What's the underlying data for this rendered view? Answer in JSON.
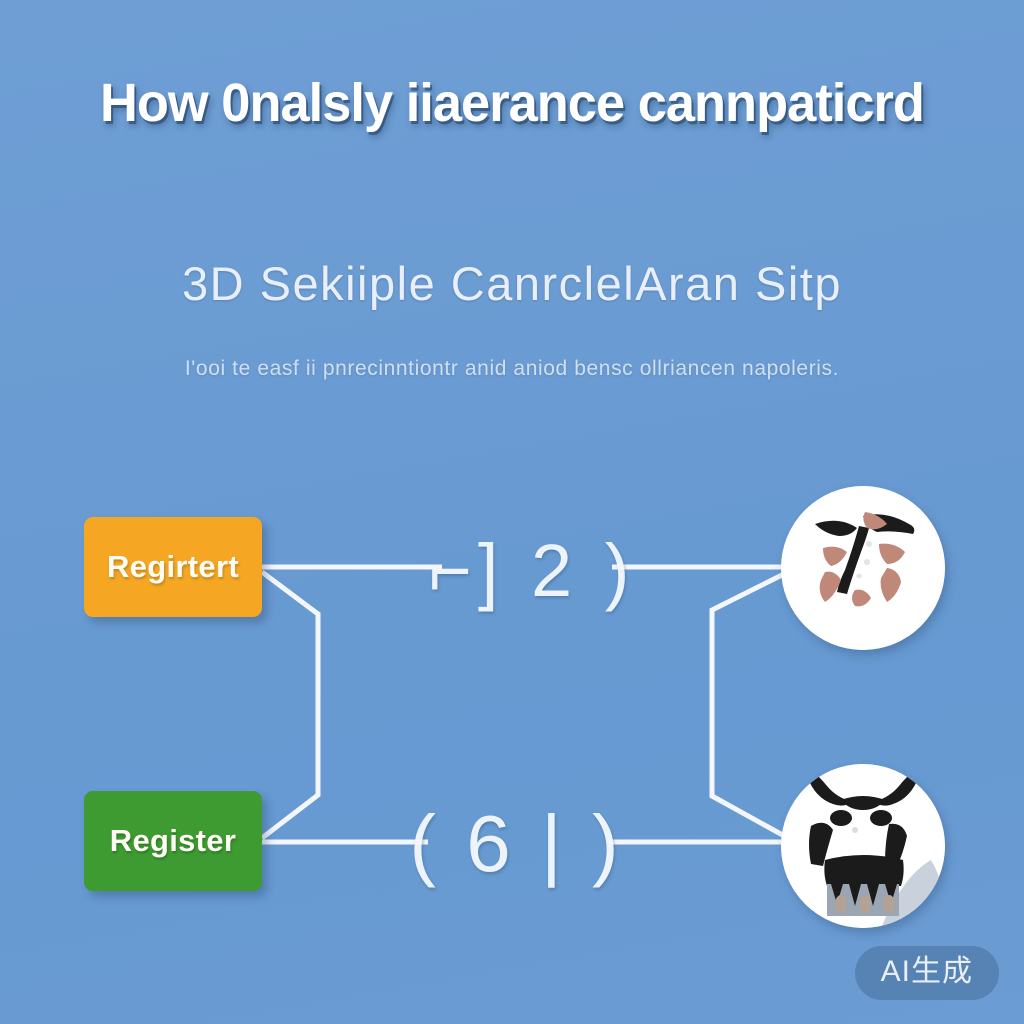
{
  "poster": {
    "headline": "How 0nalsly iiaerance cannpaticrd",
    "subheadline": "3D Sekiiple CanrclelAran Sitp",
    "description": "I'ooi te easf ii pnrecinntiontr anid aniod bensc ollriancen napoleris.",
    "background_color": "#6a9bd2",
    "watermark": "AI生成"
  },
  "diagram": {
    "nodes": [
      {
        "id": "register-pending",
        "label": "Regirtert",
        "color": "#f5a623",
        "row": "top"
      },
      {
        "id": "register",
        "label": "Register",
        "color": "#3e9b32",
        "row": "bottom"
      }
    ],
    "glyphs": [
      {
        "id": "glyph-top",
        "text": "⌐] 2 )"
      },
      {
        "id": "glyph-bottom",
        "text": "( 6 | )"
      }
    ],
    "icons": [
      {
        "id": "icon-top",
        "name": "abstract-figure-icon",
        "accent": "#c08878",
        "ink": "#1b1b1b"
      },
      {
        "id": "icon-bottom",
        "name": "horned-face-icon",
        "accent": "#9aa6b4",
        "ink": "#1b1b1b"
      }
    ],
    "connector_color": "#f3f7fb"
  }
}
